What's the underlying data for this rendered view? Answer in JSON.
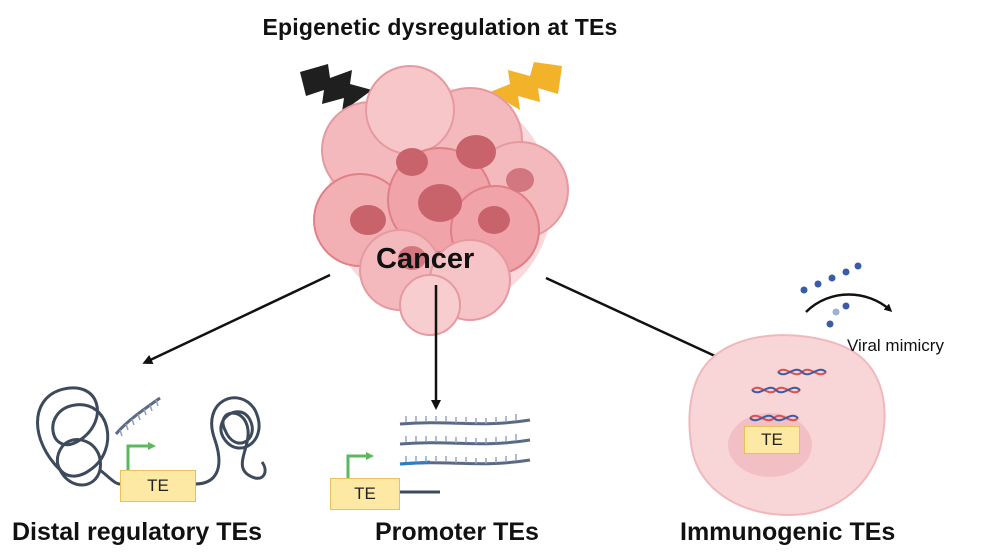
{
  "title": "Epigenetic dysregulation at TEs",
  "center": {
    "label": "Cancer"
  },
  "branches": [
    {
      "label": "Distal regulatory TEs",
      "te_label": "TE"
    },
    {
      "label": "Promoter TEs",
      "te_label": "TE"
    },
    {
      "label": "Immunogenic TEs",
      "te_label": "TE"
    }
  ],
  "annotation": "Viral mimicry",
  "colors": {
    "cell_fill": "#f0a3a8",
    "cell_edge": "#e07f86",
    "nucleus": "#c8626b",
    "bolt_dark": "#1f1f1f",
    "bolt_gold": "#f2b32a",
    "te_fill": "#fde9a3",
    "chromatin": "#3d4a5c",
    "arrow_green": "#5cb85c",
    "dot_blue": "#3b5ba8"
  }
}
